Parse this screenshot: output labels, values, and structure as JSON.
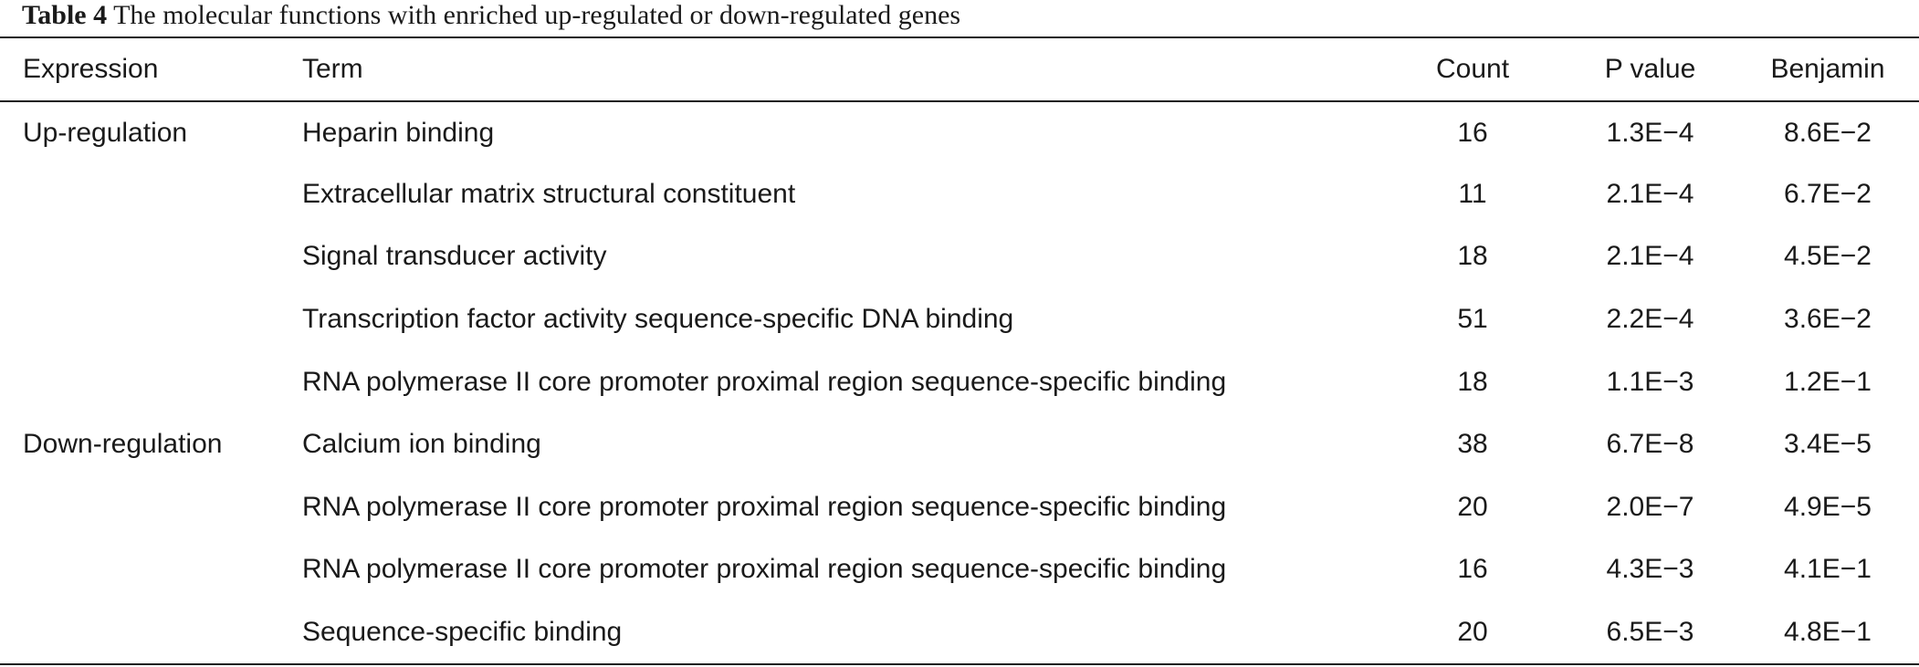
{
  "caption": {
    "label": "Table 4",
    "text": "The molecular functions with enriched up-regulated or down-regulated genes"
  },
  "table": {
    "headers": [
      "Expression",
      "Term",
      "Count",
      "P value",
      "Benjamin"
    ],
    "rows": [
      [
        "Up-regulation",
        "Heparin binding",
        "16",
        "1.3E−4",
        "8.6E−2"
      ],
      [
        "",
        "Extracellular matrix structural constituent",
        "11",
        "2.1E−4",
        "6.7E−2"
      ],
      [
        "",
        "Signal transducer activity",
        "18",
        "2.1E−4",
        "4.5E−2"
      ],
      [
        "",
        "Transcription factor activity sequence-specific DNA binding",
        "51",
        "2.2E−4",
        "3.6E−2"
      ],
      [
        "",
        "RNA polymerase II core promoter proximal region sequence-specific binding",
        "18",
        "1.1E−3",
        "1.2E−1"
      ],
      [
        "Down-regulation",
        "Calcium ion binding",
        "38",
        "6.7E−8",
        "3.4E−5"
      ],
      [
        "",
        "RNA polymerase II core promoter proximal region sequence-specific binding",
        "20",
        "2.0E−7",
        "4.9E−5"
      ],
      [
        "",
        "RNA polymerase II core promoter proximal region sequence-specific binding",
        "16",
        "4.3E−3",
        "4.1E−1"
      ],
      [
        "",
        "Sequence-specific binding",
        "20",
        "6.5E−3",
        "4.8E−1"
      ]
    ]
  }
}
